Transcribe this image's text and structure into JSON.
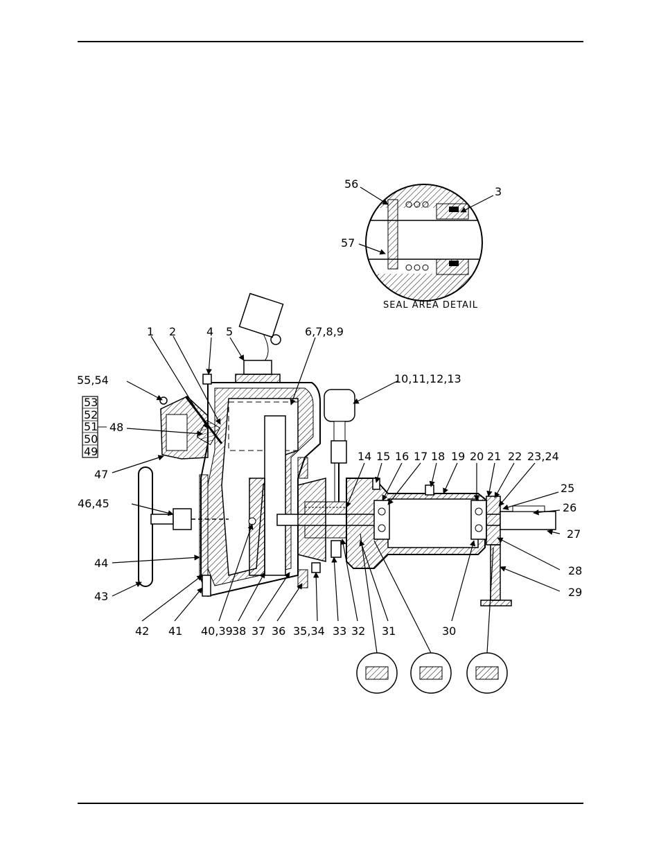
{
  "caption": "SEAL AREA DETAIL",
  "labels": {
    "c56": "56",
    "c3": "3",
    "c57": "57",
    "l1": "1",
    "l2": "2",
    "l4": "4",
    "l5": "5",
    "l6789": "6,7,8,9",
    "l10_13": "10,11,12,13",
    "l5554": "55,54",
    "b53": "53",
    "b52": "52",
    "b51": "51",
    "b50": "50",
    "b49": "49",
    "l48": "48",
    "l47": "47",
    "l14": "14",
    "l15": "15",
    "l16": "16",
    "l17": "17",
    "l18": "18",
    "l19": "19",
    "l20": "20",
    "l21": "21",
    "l22": "22",
    "l2324": "23,24",
    "l25": "25",
    "l26": "26",
    "l27": "27",
    "l28": "28",
    "l29": "29",
    "l4645": "46,45",
    "l44": "44",
    "l43": "43",
    "l42": "42",
    "l41": "41",
    "l4039": "40,39",
    "l38": "38",
    "l37": "37",
    "l36": "36",
    "l3534": "35,34",
    "l33": "33",
    "l32": "32",
    "l31": "31",
    "l30": "30"
  }
}
